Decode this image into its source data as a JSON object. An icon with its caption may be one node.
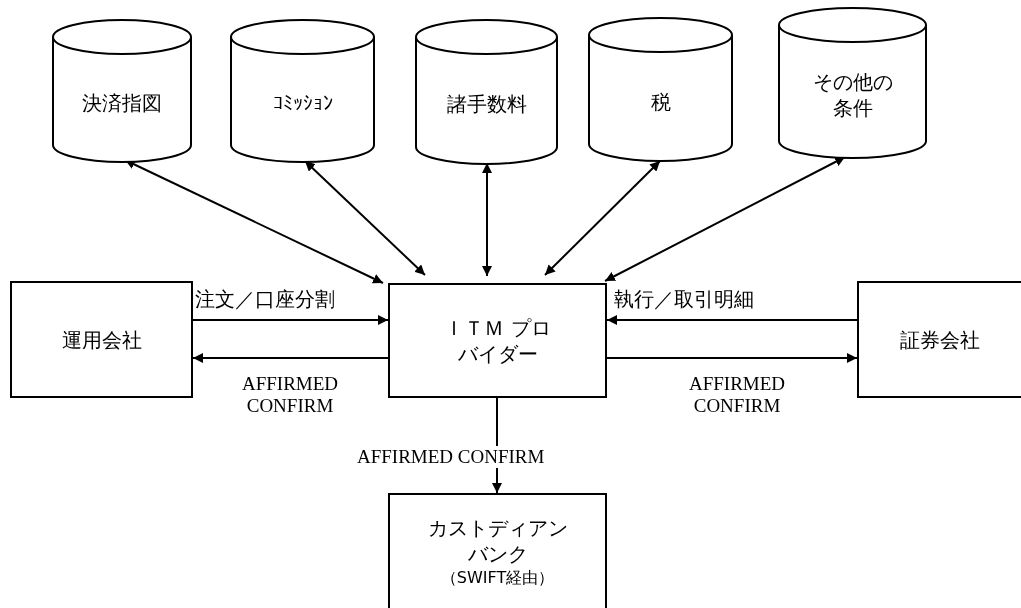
{
  "diagram": {
    "nodes": [
      {
        "text": [
          "決済指図"
        ]
      },
      {
        "text": [
          "ｺﾐｯｼｮﾝ"
        ]
      },
      {
        "text": [
          "諸手数料"
        ]
      },
      {
        "text": [
          "税"
        ]
      },
      {
        "text": [
          "その他の条件"
        ]
      },
      {
        "text": [
          "運用会社"
        ]
      },
      {
        "text": [
          "ＩＴＭ プロバイダー"
        ]
      },
      {
        "text": [
          "証券会社"
        ]
      },
      {
        "text": [
          "カストディアンバンク",
          "（SWIFT経由）"
        ]
      }
    ],
    "edges": [
      {
        "from": 6,
        "to": 0,
        "arrow": "both"
      },
      {
        "from": 6,
        "to": 1,
        "arrow": "both"
      },
      {
        "from": 6,
        "to": 2,
        "arrow": "both"
      },
      {
        "from": 6,
        "to": 3,
        "arrow": "both"
      },
      {
        "from": 6,
        "to": 4,
        "arrow": "both"
      },
      {
        "from": 5,
        "to": 6,
        "arrow": "to",
        "label": "注文／口座分割"
      },
      {
        "from": 6,
        "to": 5,
        "arrow": "to",
        "label": "AFFIRMED CONFIRM"
      },
      {
        "from": 7,
        "to": 6,
        "arrow": "to",
        "label": "執行／取引明細"
      },
      {
        "from": 6,
        "to": 7,
        "arrow": "to",
        "label": "AFFIRMED CONFIRM"
      },
      {
        "from": 6,
        "to": 8,
        "arrow": "to",
        "label": "AFFIRMED CONFIRM"
      }
    ]
  }
}
